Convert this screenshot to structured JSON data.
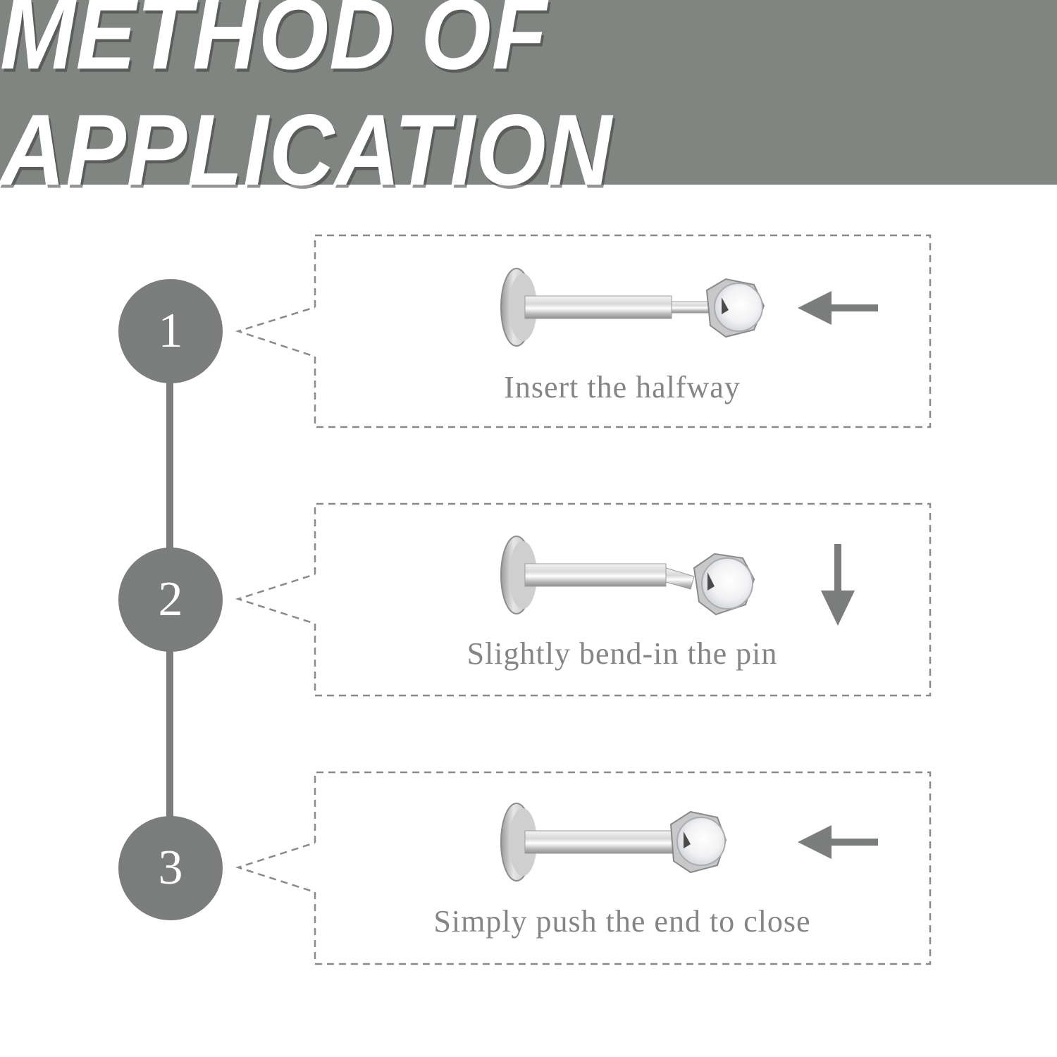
{
  "header": {
    "title": "METHOD OF APPLICATION",
    "background_color": "#808582"
  },
  "steps": [
    {
      "number": "1",
      "text": "Insert the halfway",
      "arrow": "left-arrow-icon"
    },
    {
      "number": "2",
      "text": "Slightly bend-in the pin",
      "arrow": "down-arrow-icon"
    },
    {
      "number": "3",
      "text": "Simply push the end to close",
      "arrow": "left-arrow-icon"
    }
  ],
  "colors": {
    "accent_gray": "#7a7d7b",
    "text_gray": "#858585",
    "dash_gray": "#8a8a8a"
  }
}
